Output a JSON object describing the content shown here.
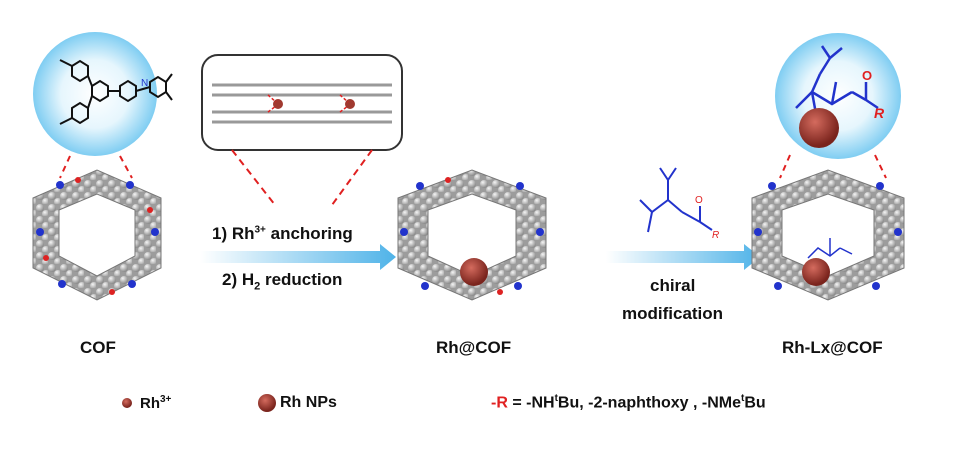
{
  "colors": {
    "ring": "#c9c9c9",
    "accent_red": "#e02020",
    "arrow_blue": "#4fb3e8",
    "glow_blue": "#8fd5f5",
    "rh_np": "#a0392f",
    "ligand_blue": "#2233cc"
  },
  "labels": {
    "cof": "COF",
    "rh_cof": "Rh@COF",
    "rh_lx_cof": "Rh-Lx@COF"
  },
  "steps": {
    "step1_prefix": "1) Rh",
    "step1_sup": "3+",
    "step1_suffix": " anchoring",
    "step2_prefix": "2) H",
    "step2_sub": "2",
    "step2_suffix": " reduction",
    "chiral_line1": "chiral",
    "chiral_line2": "modification"
  },
  "legend": {
    "rh3_label_prefix": "Rh",
    "rh3_label_sup": "3+",
    "rh_np_label": "Rh NPs",
    "r_prefix": "-R",
    "r_eq_a": " = -NH",
    "r_sup_a": "t",
    "r_eq_b": "Bu, -2-naphthoxy , -NMe",
    "r_sup_b": "t",
    "r_eq_c": "Bu"
  },
  "inset": {
    "ketone_o": "O",
    "ketone_r": "R"
  }
}
